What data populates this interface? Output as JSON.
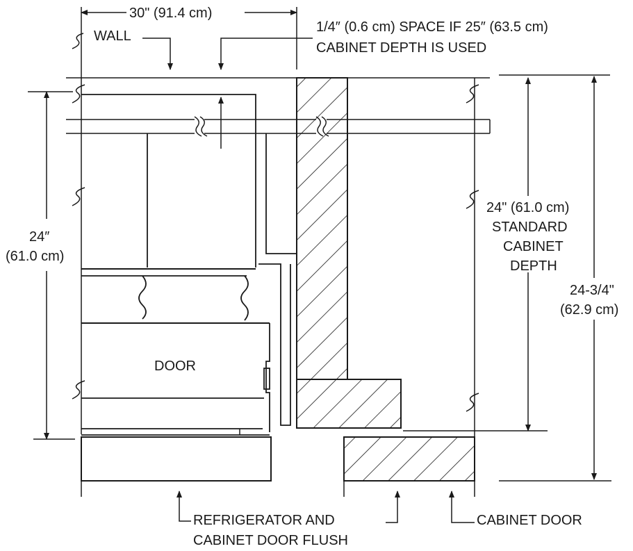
{
  "labels": {
    "width_dim": "30\" (91.4 cm)",
    "wall": "WALL",
    "space_note_line1": "1/4″ (0.6 cm) SPACE IF 25″ (63.5 cm)",
    "space_note_line2": "CABINET DEPTH IS USED",
    "left_dim_line1": "24″",
    "left_dim_line2": "(61.0 cm)",
    "std_depth_line1": "24\" (61.0 cm)",
    "std_depth_line2": "STANDARD",
    "std_depth_line3": "CABINET",
    "std_depth_line4": "DEPTH",
    "total_depth_line1": "24-3/4\"",
    "total_depth_line2": "(62.9 cm)",
    "door": "DOOR",
    "flush_line1": "REFRIGERATOR AND",
    "flush_line2": "CABINET DOOR FLUSH",
    "cabinet_door": "CABINET DOOR"
  },
  "colors": {
    "ink": "#1a1a1a",
    "background": "#ffffff"
  }
}
